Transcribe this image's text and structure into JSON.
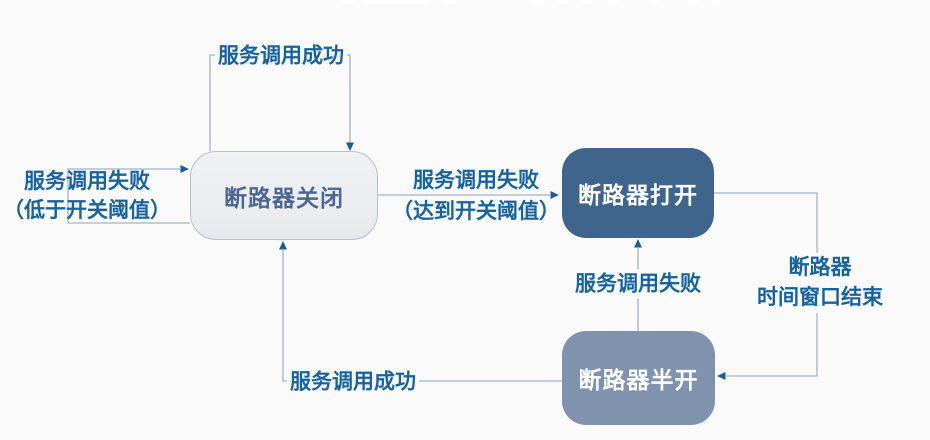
{
  "diagram": {
    "type": "state-machine",
    "states": {
      "closed": {
        "label": "断路器关闭"
      },
      "open": {
        "label": "断路器打开"
      },
      "half_open": {
        "label": "断路器半开"
      }
    },
    "transitions": {
      "closed_self_success": {
        "label": "服务调用成功"
      },
      "closed_self_fail_below": {
        "line1": "服务调用失败",
        "line2": "（低于开关阈值）"
      },
      "closed_to_open_fail": {
        "line1": "服务调用失败",
        "line2": "（达到开关阈值）"
      },
      "open_to_half_window": {
        "line1": "断路器",
        "line2": "时间窗口结束"
      },
      "half_to_open_fail": {
        "label": "服务调用失败"
      },
      "half_to_closed_success": {
        "label": "服务调用成功"
      }
    },
    "colors": {
      "bg": "#fafafa",
      "label_text": "#16639f",
      "connector": "#9db3d0",
      "arrow": "#1b5e97",
      "closed_fill": "#ebedf1",
      "closed_border": "#b5c1d3",
      "closed_text": "#4e6792",
      "open_fill": "#3f658c",
      "half_fill": "#8093ae",
      "state_text_light": "#ffffff"
    }
  }
}
